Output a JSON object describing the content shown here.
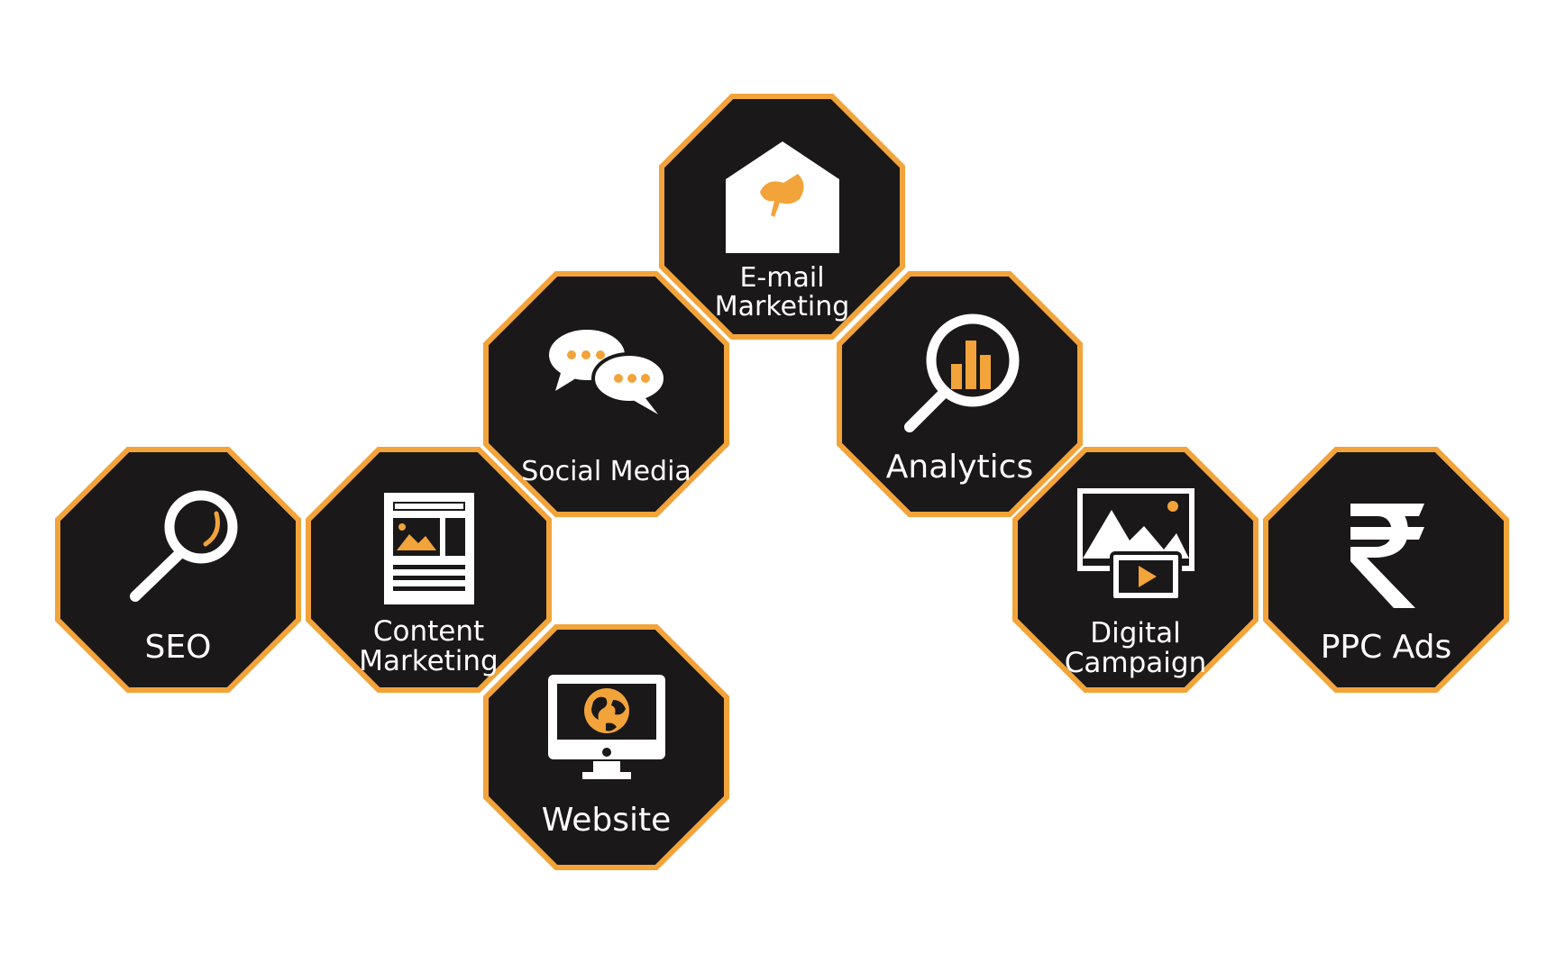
{
  "colors": {
    "fill": "#1a1818",
    "border": "#f2a33a",
    "accent": "#f2a33a",
    "text": "#ffffff"
  },
  "tiles": [
    {
      "name": "seo",
      "lines": [
        "SEO"
      ],
      "icon": "magnifier-icon"
    },
    {
      "name": "content-marketing",
      "lines": [
        "Content",
        "Marketing"
      ],
      "icon": "newspaper-icon"
    },
    {
      "name": "social-media",
      "lines": [
        "Social Media"
      ],
      "icon": "chat-bubbles-icon"
    },
    {
      "name": "website",
      "lines": [
        "Website"
      ],
      "icon": "monitor-globe-icon"
    },
    {
      "name": "email-marketing",
      "lines": [
        "E-mail",
        "Marketing"
      ],
      "icon": "envelope-icon"
    },
    {
      "name": "analytics",
      "lines": [
        "Analytics"
      ],
      "icon": "analytics-magnifier-icon"
    },
    {
      "name": "digital-campaign",
      "lines": [
        "Digital",
        "Campaign"
      ],
      "icon": "image-video-icon"
    },
    {
      "name": "ppc-ads",
      "lines": [
        "PPC Ads"
      ],
      "icon": "rupee-icon"
    }
  ]
}
